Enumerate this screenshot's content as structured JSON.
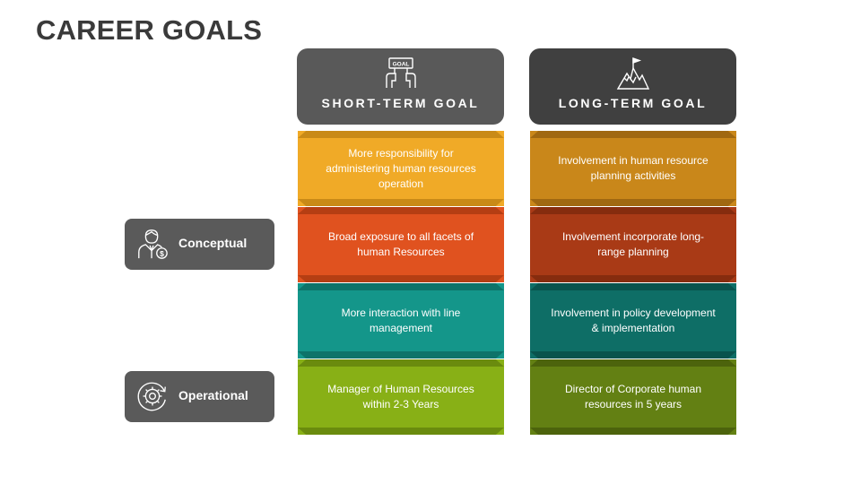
{
  "title": "CAREER GOALS",
  "headers": {
    "short": {
      "label": "SHORT-TERM GOAL",
      "icon": "goal-sign-icon"
    },
    "long": {
      "label": "LONG-TERM GOAL",
      "icon": "mountain-flag-icon"
    }
  },
  "short_term": [
    {
      "text": "More responsibility for administering human resources operation",
      "color": "#F0AA27",
      "shade": "#C98A17"
    },
    {
      "text": "Broad exposure to all facets of human Resources",
      "color": "#E0521F",
      "shade": "#B53E13"
    },
    {
      "text": "More interaction with line management",
      "color": "#14968A",
      "shade": "#0E7369"
    },
    {
      "text": "Manager of Human Resources within 2-3 Years",
      "color": "#88B016",
      "shade": "#6A8B0E"
    }
  ],
  "long_term": [
    {
      "text": "Involvement in human resource planning activities",
      "color": "#C9871A",
      "shade": "#A06811"
    },
    {
      "text": "Involvement incorporate long-range planning",
      "color": "#A93A16",
      "shade": "#862C0E"
    },
    {
      "text": "Involvement in policy development & implementation",
      "color": "#0E6E66",
      "shade": "#09534D"
    },
    {
      "text": "Director of Corporate human resources in 5 years",
      "color": "#638013",
      "shade": "#4C630C"
    }
  ],
  "sides": [
    {
      "label": "Conceptual",
      "icon": "businessman-dollar-icon"
    },
    {
      "label": "Operational",
      "icon": "gear-cycle-icon"
    }
  ]
}
